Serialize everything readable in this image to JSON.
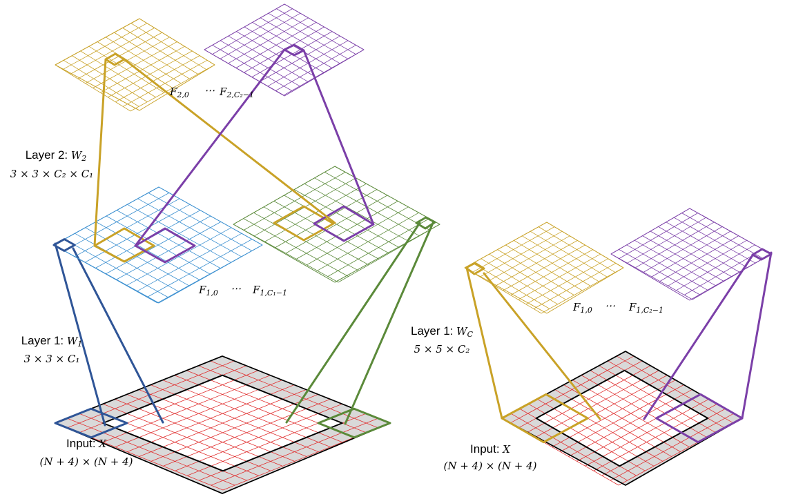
{
  "colors": {
    "gold": "#C9A227",
    "purple": "#7B3FA8",
    "blue": "#2F5597",
    "lightblue": "#3A8FD0",
    "green": "#5B8A3A",
    "red": "#E03030",
    "pad_fill": "#D9D9D9",
    "black": "#000000"
  },
  "left": {
    "layer2_title": "Layer 2: ",
    "layer2_weight": "W",
    "layer2_weight_sub": "2",
    "layer2_shape": "3 × 3 × C₂ × C₁",
    "layer1_title": "Layer 1: ",
    "layer1_weight": "W",
    "layer1_weight_sub": "1",
    "layer1_shape": "3 × 3 × C₁",
    "input_title": "Input: ",
    "input_var": "X",
    "input_shape": "(N + 4) × (N + 4)",
    "f2_first": "F",
    "f2_first_sub": "2,0",
    "f2_dots": "⋯",
    "f2_last": "F",
    "f2_last_sub": "2,C₂−1",
    "f1_first": "F",
    "f1_first_sub": "1,0",
    "f1_dots": "⋯",
    "f1_last": "F",
    "f1_last_sub": "1,C₁−1"
  },
  "right": {
    "layer1_title": "Layer 1: ",
    "layer1_weight": "W",
    "layer1_weight_sub": "C",
    "layer1_shape": "5 × 5 × C₂",
    "input_title": "Input: ",
    "input_var": "X",
    "input_shape": "(N + 4) × (N + 4)",
    "f1_first": "F",
    "f1_first_sub": "1,0",
    "f1_dots": "⋯",
    "f1_last": "F",
    "f1_last_sub": "1,C₂−1"
  }
}
